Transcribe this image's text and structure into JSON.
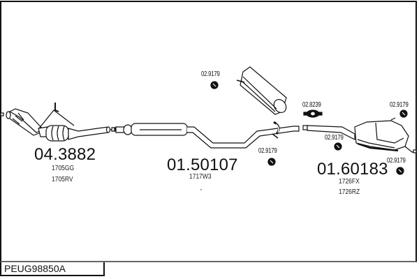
{
  "diagram_code": "PEUG98850A",
  "parts": [
    {
      "part_number": "04.3882",
      "refs": [
        "1705GG",
        "1705RV"
      ],
      "name": "catalytic-converter"
    },
    {
      "part_number": "01.50107",
      "refs": [
        "1717W3"
      ],
      "name": "middle-silencer"
    },
    {
      "part_number": "01.60183",
      "refs": [
        "1726FX",
        "1726RZ"
      ],
      "name": "rear-silencer"
    }
  ],
  "accessories": [
    {
      "label": "02.9179",
      "icon": "rubber-mount-icon"
    },
    {
      "label": "02.9179",
      "icon": "rubber-mount-icon"
    },
    {
      "label": "02.8239",
      "icon": "clamp-icon"
    },
    {
      "label": "02.9179",
      "icon": "rubber-mount-icon"
    },
    {
      "label": "02.9179",
      "icon": "rubber-mount-icon"
    },
    {
      "label": "02.9179",
      "icon": "rubber-mount-icon"
    }
  ],
  "colors": {
    "line": "#111111",
    "fill": "#ffffff",
    "frame": "#111111"
  }
}
